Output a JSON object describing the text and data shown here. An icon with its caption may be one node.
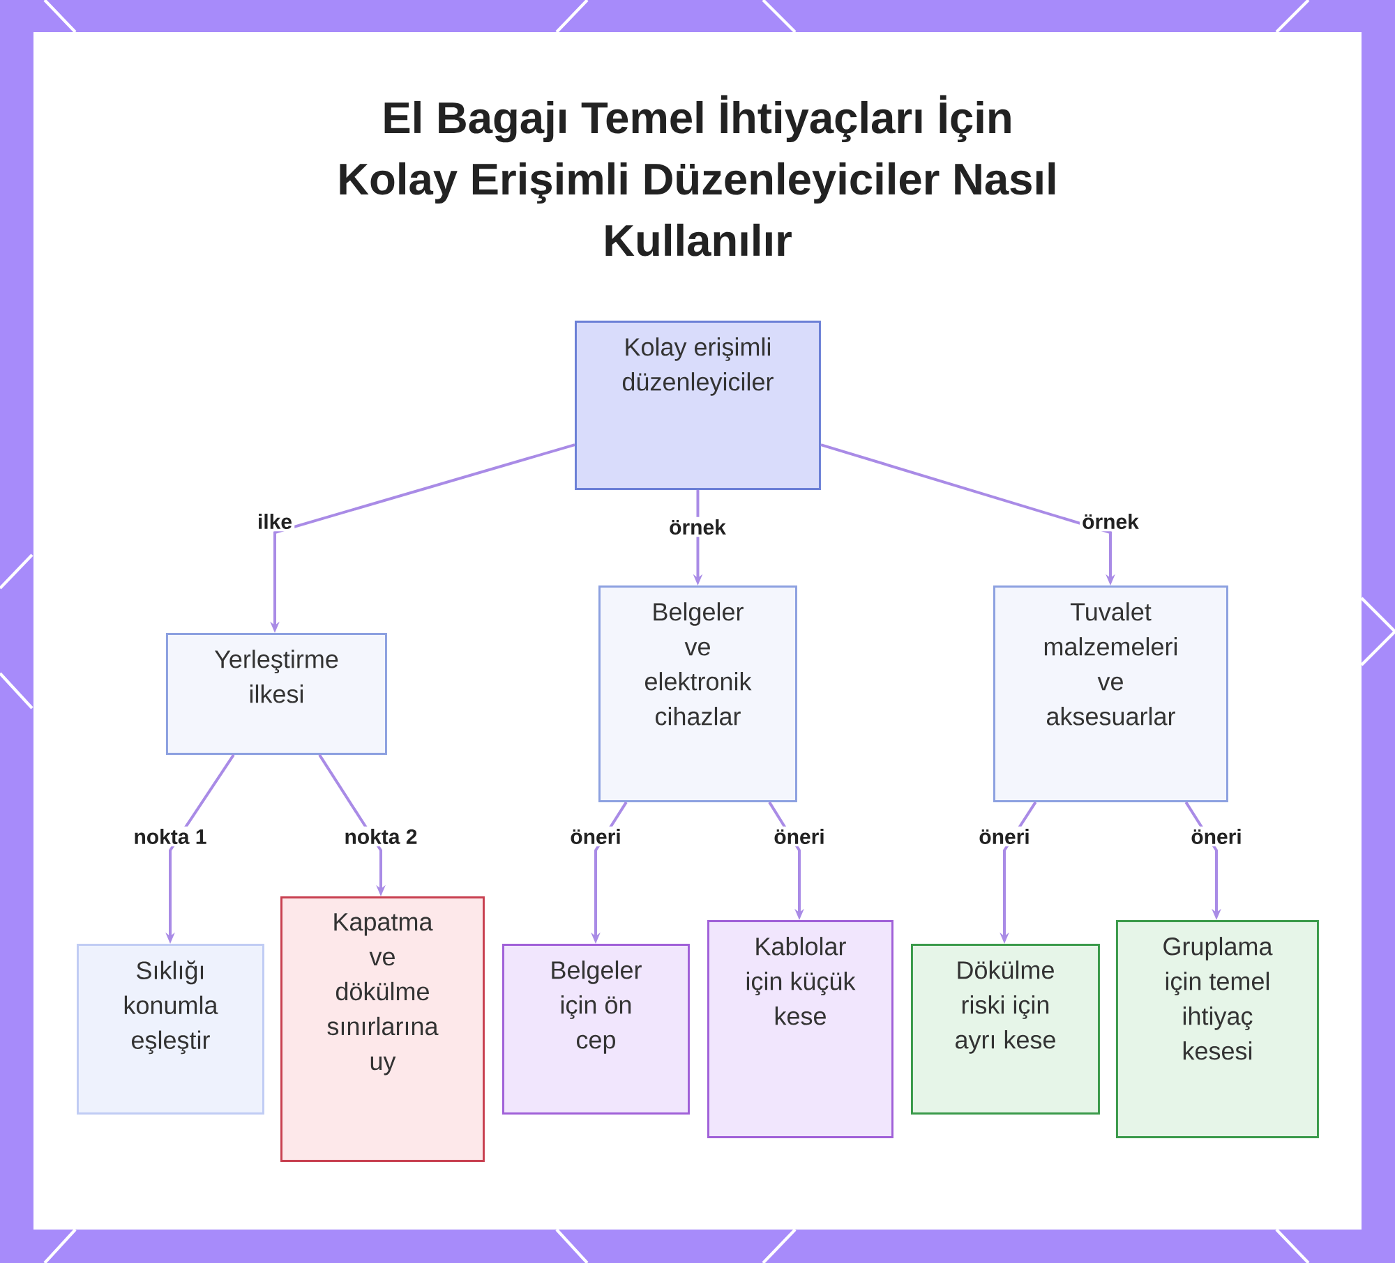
{
  "diagram": {
    "title": "El Bagajı Temel İhtiyaçları İçin Kolay Erişimli Düzenleyiciler Nasıl Kullanılır",
    "nodes": [
      {
        "text": [
          "Kolay erişimli düzenleyiciler"
        ]
      },
      {
        "text": [
          "Yerleştirme ilkesi"
        ]
      },
      {
        "text": [
          "Belgeler ve elektronik cihazlar"
        ]
      },
      {
        "text": [
          "Tuvalet malzemeleri ve aksesuarlar"
        ]
      },
      {
        "text": [
          "Sıklığı konumla eşleştir"
        ]
      },
      {
        "text": [
          "Kapatma ve dökülme sınırlarına uy"
        ]
      },
      {
        "text": [
          "Belgeler için ön cep"
        ]
      },
      {
        "text": [
          "Kablolar için küçük kese"
        ]
      },
      {
        "text": [
          "Dökülme riski için ayrı kese"
        ]
      },
      {
        "text": [
          "Gruplama için temel ihtiyaç kesesi"
        ]
      }
    ],
    "edges": [
      {
        "from": 0,
        "to": 1,
        "arrow": "to",
        "label": "ilke"
      },
      {
        "from": 0,
        "to": 2,
        "arrow": "to",
        "label": "örnek"
      },
      {
        "from": 0,
        "to": 3,
        "arrow": "to",
        "label": "örnek"
      },
      {
        "from": 1,
        "to": 4,
        "arrow": "to",
        "label": "nokta 1"
      },
      {
        "from": 1,
        "to": 5,
        "arrow": "to",
        "label": "nokta 2"
      },
      {
        "from": 2,
        "to": 6,
        "arrow": "to",
        "label": "öneri"
      },
      {
        "from": 2,
        "to": 7,
        "arrow": "to",
        "label": "öneri"
      },
      {
        "from": 3,
        "to": 8,
        "arrow": "to",
        "label": "öneri"
      },
      {
        "from": 3,
        "to": 9,
        "arrow": "to",
        "label": "öneri"
      }
    ]
  }
}
